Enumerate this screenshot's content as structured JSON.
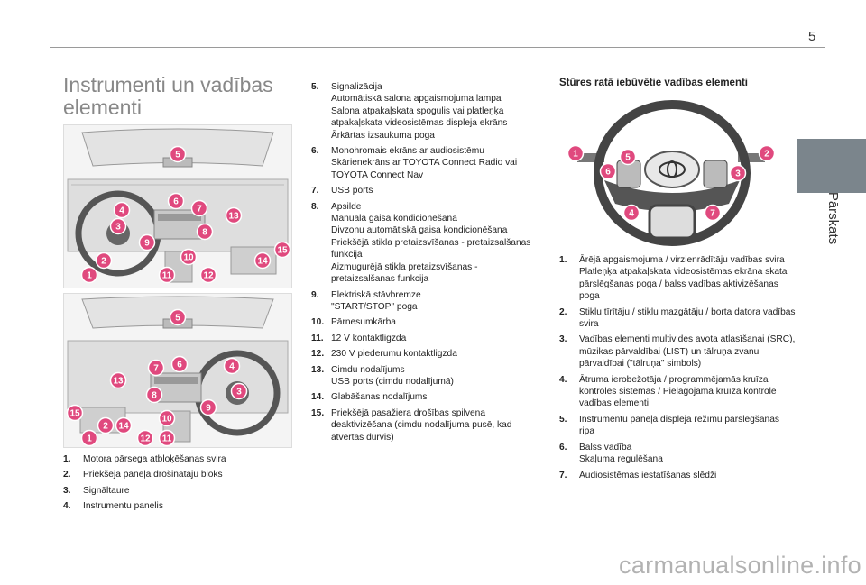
{
  "page_number": "5",
  "side_tab": "Pārskats",
  "title": "Instrumenti un vadības elementi",
  "left_list": [
    {
      "n": "1.",
      "t": "Motora pārsega atbloķēšanas svira"
    },
    {
      "n": "2.",
      "t": "Priekšējā paneļa drošinātāju bloks"
    },
    {
      "n": "3.",
      "t": "Signāltaure"
    },
    {
      "n": "4.",
      "t": "Instrumentu panelis"
    }
  ],
  "middle_list": [
    {
      "n": "5.",
      "t": "Signalizācija\nAutomātiskā salona apgaismojuma lampa\nSalona atpakaļskata spogulis vai platleņķa atpakaļskata videosistēmas displeja ekrāns\nĀrkārtas izsaukuma poga"
    },
    {
      "n": "6.",
      "t": "Monohromais ekrāns ar audiosistēmu\nSkārienekrāns ar TOYOTA Connect Radio vai TOYOTA Connect Nav"
    },
    {
      "n": "7.",
      "t": "USB ports"
    },
    {
      "n": "8.",
      "t": "Apsilde\nManuālā gaisa kondicionēšana\nDivzonu automātiskā gaisa kondicionēšana\nPriekšējā stikla pretaizsvīšanas - pretaizsalšanas funkcija\nAizmugurējā stikla pretaizsvīšanas - pretaizsalšanas funkcija"
    },
    {
      "n": "9.",
      "t": "Elektriskā stāvbremze\n\"START/STOP\" poga"
    },
    {
      "n": "10.",
      "t": "Pārnesumkārba"
    },
    {
      "n": "11.",
      "t": "12 V kontaktligzda"
    },
    {
      "n": "12.",
      "t": "230 V piederumu kontaktligzda"
    },
    {
      "n": "13.",
      "t": "Cimdu nodalījums\nUSB ports (cimdu nodalījumā)"
    },
    {
      "n": "14.",
      "t": "Glabāšanas nodalījums"
    },
    {
      "n": "15.",
      "t": "Priekšējā pasažiera drošības spilvena deaktivizēšana (cimdu nodalījuma pusē, kad atvērtas durvis)"
    }
  ],
  "right_heading": "Stūres ratā iebūvētie vadības elementi",
  "right_list": [
    {
      "n": "1.",
      "t": "Ārējā apgaismojuma / virzienrādītāju vadības svira\nPlatleņķa atpakaļskata videosistēmas ekrāna skata pārslēgšanas poga / balss vadības aktivizēšanas poga"
    },
    {
      "n": "2.",
      "t": "Stiklu tīrītāju / stiklu mazgātāju / borta datora vadības svira"
    },
    {
      "n": "3.",
      "t": "Vadības elementi multivides avota atlasīšanai (SRC), mūzikas pārvaldībai (LIST) un tālruņa zvanu pārvaldībai (\"tālruņa\" simbols)"
    },
    {
      "n": "4.",
      "t": "Ātruma ierobežotāja / programmējamās kruīza kontroles sistēmas / Pielāgojama kruīza kontrole vadības elementi"
    },
    {
      "n": "5.",
      "t": "Instrumentu paneļa displeja režīmu pārslēgšanas ripa"
    },
    {
      "n": "6.",
      "t": "Balss vadība\nSkaļuma regulēšana"
    },
    {
      "n": "7.",
      "t": "Audiosistēmas iestatīšanas slēdži"
    }
  ],
  "diagram1_labels": [
    "5",
    "6",
    "7",
    "4",
    "13",
    "3",
    "8",
    "9",
    "15",
    "10",
    "14",
    "2",
    "1",
    "11",
    "12"
  ],
  "diagram2_labels": [
    "5",
    "6",
    "7",
    "4",
    "13",
    "3",
    "8",
    "9",
    "15",
    "10",
    "2",
    "14",
    "1",
    "12",
    "11"
  ],
  "wheel_labels": [
    "1",
    "5",
    "2",
    "6",
    "3",
    "4",
    "7"
  ],
  "watermark": "carmanualsonline.info",
  "colors": {
    "callout": "#e0497e",
    "tab": "#7b858c",
    "heading": "#888888"
  }
}
